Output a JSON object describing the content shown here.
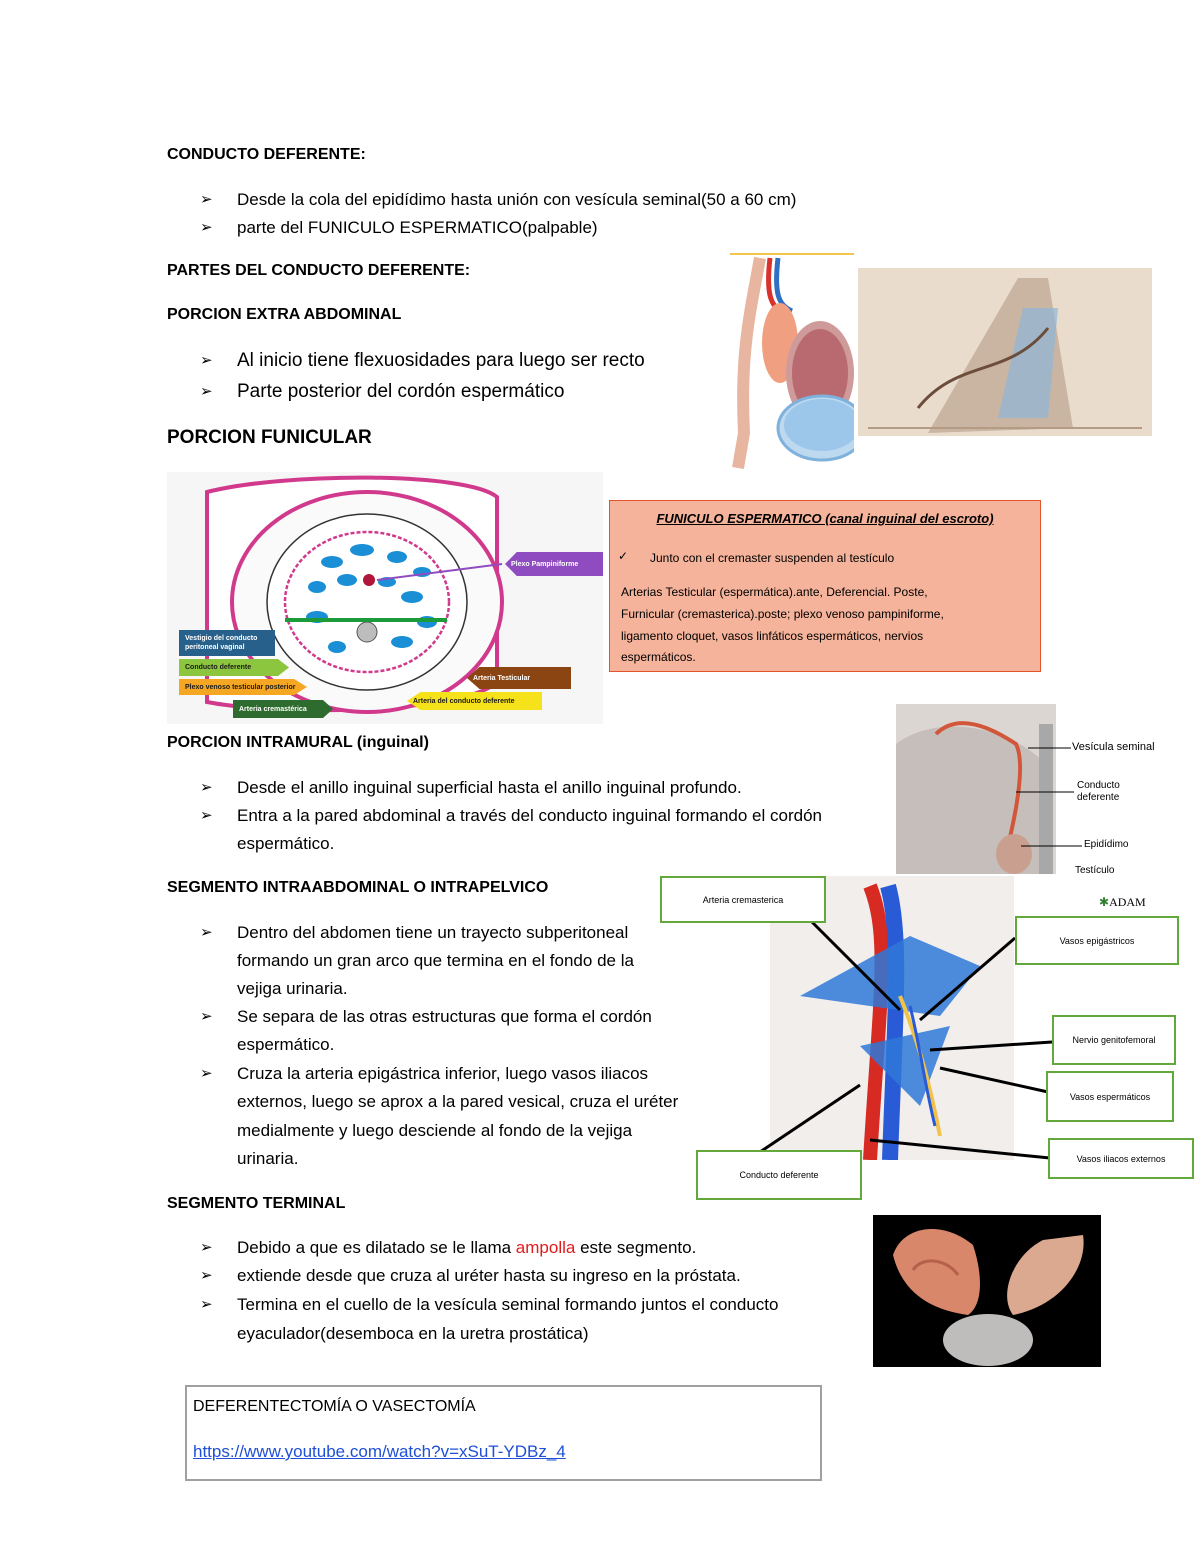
{
  "sections": {
    "conducto_title": "CONDUCTO DEFERENTE:",
    "conducto_bullets": [
      "Desde la cola del epidídimo hasta unión con vesícula seminal(50 a 60 cm)",
      "parte del FUNICULO ESPERMATICO(palpable)"
    ],
    "partes_title": "PARTES DEL CONDUCTO DEFERENTE:",
    "extra_title": "PORCION EXTRA ABDOMINAL",
    "extra_bullets": [
      "Al inicio tiene flexuosidades  para luego ser recto",
      "Parte posterior del cordón espermático"
    ],
    "funicular_title": "PORCION FUNICULAR",
    "intramural_title": "PORCION INTRAMURAL (inguinal)",
    "intramural_bullets": [
      "Desde el anillo inguinal superficial hasta el anillo inguinal profundo.",
      "Entra a la pared abdominal a través del conducto inguinal formando el cordón",
      "espermático."
    ],
    "intra_title": "SEGMENTO INTRAABDOMINAL O INTRAPELVICO",
    "intra_bullets": [
      "Dentro del abdomen tiene un trayecto subperitoneal",
      "formando un gran arco que termina en el fondo de la",
      "vejiga urinaria.",
      "Se separa de las otras estructuras que forma el cordón",
      "espermático.",
      "Cruza la arteria epigástrica inferior, luego vasos iliacos",
      "externos, luego se aprox a la pared vesical, cruza el uréter",
      "medialmente y luego desciende al fondo de la vejiga",
      "urinaria."
    ],
    "terminal_title": "SEGMENTO TERMINAL",
    "terminal_b1_pre": "Debido a que es dilatado se le llama ",
    "terminal_b1_red": "ampolla",
    "terminal_b1_post": " este segmento.",
    "terminal_bullets": [
      "extiende desde que cruza al uréter hasta su ingreso en la próstata.",
      "Termina en el cuello de la vesícula seminal formando juntos el conducto",
      "eyaculador(desemboca en la uretra prostática)"
    ]
  },
  "funiculo_box": {
    "title": "FUNICULO ESPERMATICO (canal inguinal del escroto)",
    "check": "Junto con el cremaster suspenden al testículo",
    "lines": [
      "Arterias Testicular (espermática).ante, Deferencial. Poste,",
      "Furnicular (cremasterica).poste; plexo venoso pampiniforme,",
      "ligamento cloquet, vasos linfáticos espermáticos, nervios",
      "espermáticos."
    ]
  },
  "diagram1": {
    "plexo_pampiniforme": "Plexo Pampiniforme",
    "vestigio": "Vestigio del conducto peritoneal vaginal",
    "conducto_deferente": "Conducto deferente",
    "plexo_venoso": "Plexo venoso testicular posterior",
    "arteria_cremasterica": "Arteria cremastérica",
    "arteria_testicular": "Arteria Testicular",
    "arteria_conducto": "Arteria del conducto deferente"
  },
  "diagram2": {
    "vesicula": "Vesícula seminal",
    "conducto": "Conducto deferente",
    "epididimo": "Epidídimo",
    "testiculo": "Testículo",
    "adam": "ADAM"
  },
  "diagram3": {
    "arteria_cremasterica": "Arteria cremasterica",
    "vasos_epigastricos": "Vasos epigástricos",
    "nervio": "Nervio genitofemoral",
    "vasos_espermaticos": "Vasos espermáticos",
    "vasos_iliacos": "Vasos iliacos externos",
    "conducto_deferente": "Conducto deferente"
  },
  "video_box": {
    "title": "DEFERENTECTOMÍA O VASECTOMÍA",
    "link": "https://www.youtube.com/watch?v=xSuT-YDBz_4"
  },
  "colors": {
    "link": "#1f4fd6",
    "red_word": "#e21b1b",
    "box_fill": "#f4b39a",
    "box_border": "#e0552a",
    "label_border": "#62a83a"
  }
}
